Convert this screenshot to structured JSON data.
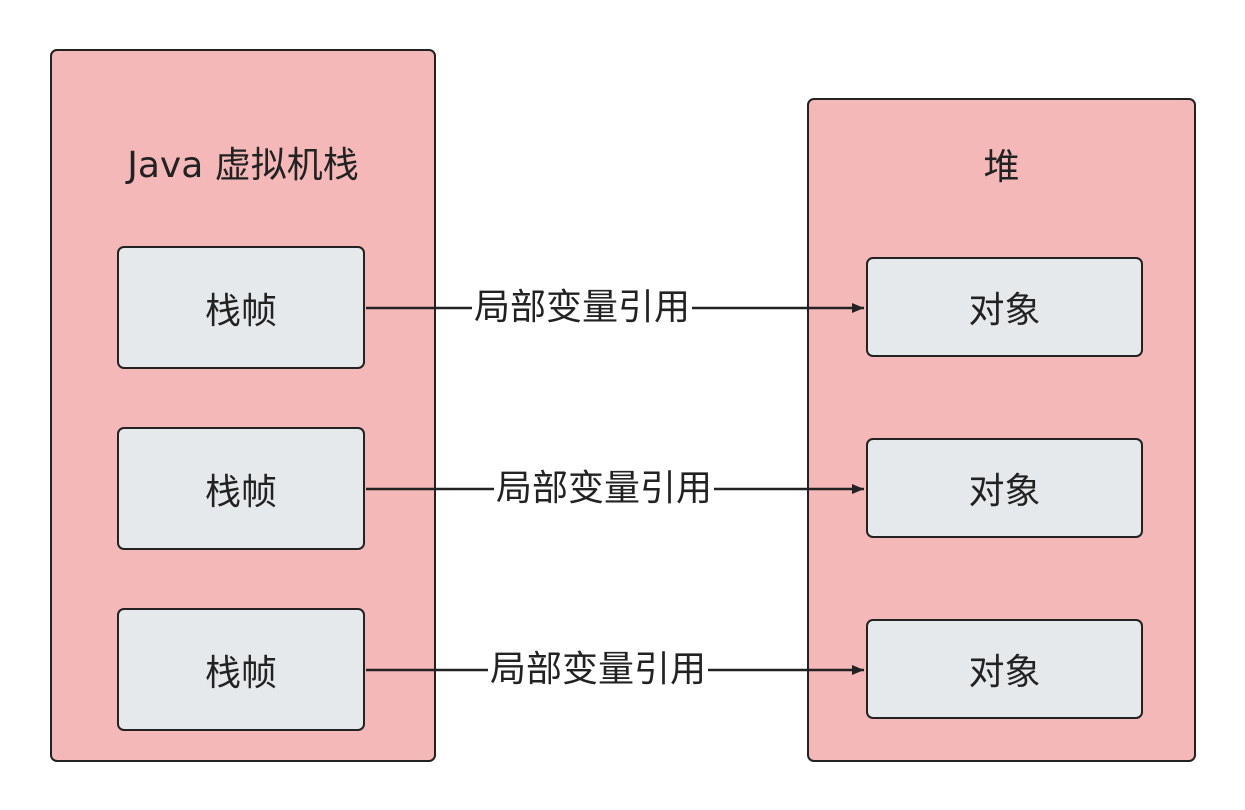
{
  "stack": {
    "title": "Java 虚拟机栈",
    "frames": [
      "栈帧",
      "栈帧",
      "栈帧"
    ]
  },
  "heap": {
    "title": "堆",
    "objects": [
      "对象",
      "对象",
      "对象"
    ]
  },
  "edges": [
    {
      "label": "局部变量引用"
    },
    {
      "label": "局部变量引用"
    },
    {
      "label": "局部变量引用"
    }
  ],
  "colors": {
    "container_fill": "#f5b8b8",
    "box_fill": "#e6e9ec",
    "stroke": "#222222"
  }
}
